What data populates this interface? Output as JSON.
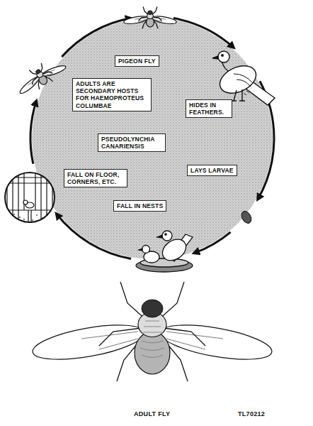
{
  "diagram": {
    "nodes": [
      {
        "text": [
          "PIGEON FLY"
        ]
      },
      {
        "text": [
          "ADULTS ARE SECONDARY HOSTS FOR HAEMOPROTEUS COLUMBAE"
        ]
      },
      {
        "text": [
          "HIDES IN FEATHERS."
        ]
      },
      {
        "text": [
          "PSEUDOLYNCHIA CANARIENSIS"
        ]
      },
      {
        "text": [
          "LAYS LARVAE"
        ]
      },
      {
        "text": [
          "FALL ON FLOOR, CORNERS, ETC."
        ]
      },
      {
        "text": [
          "FALL IN NESTS"
        ]
      }
    ],
    "labels": [
      "ADULT FLY",
      "TL70212"
    ]
  }
}
